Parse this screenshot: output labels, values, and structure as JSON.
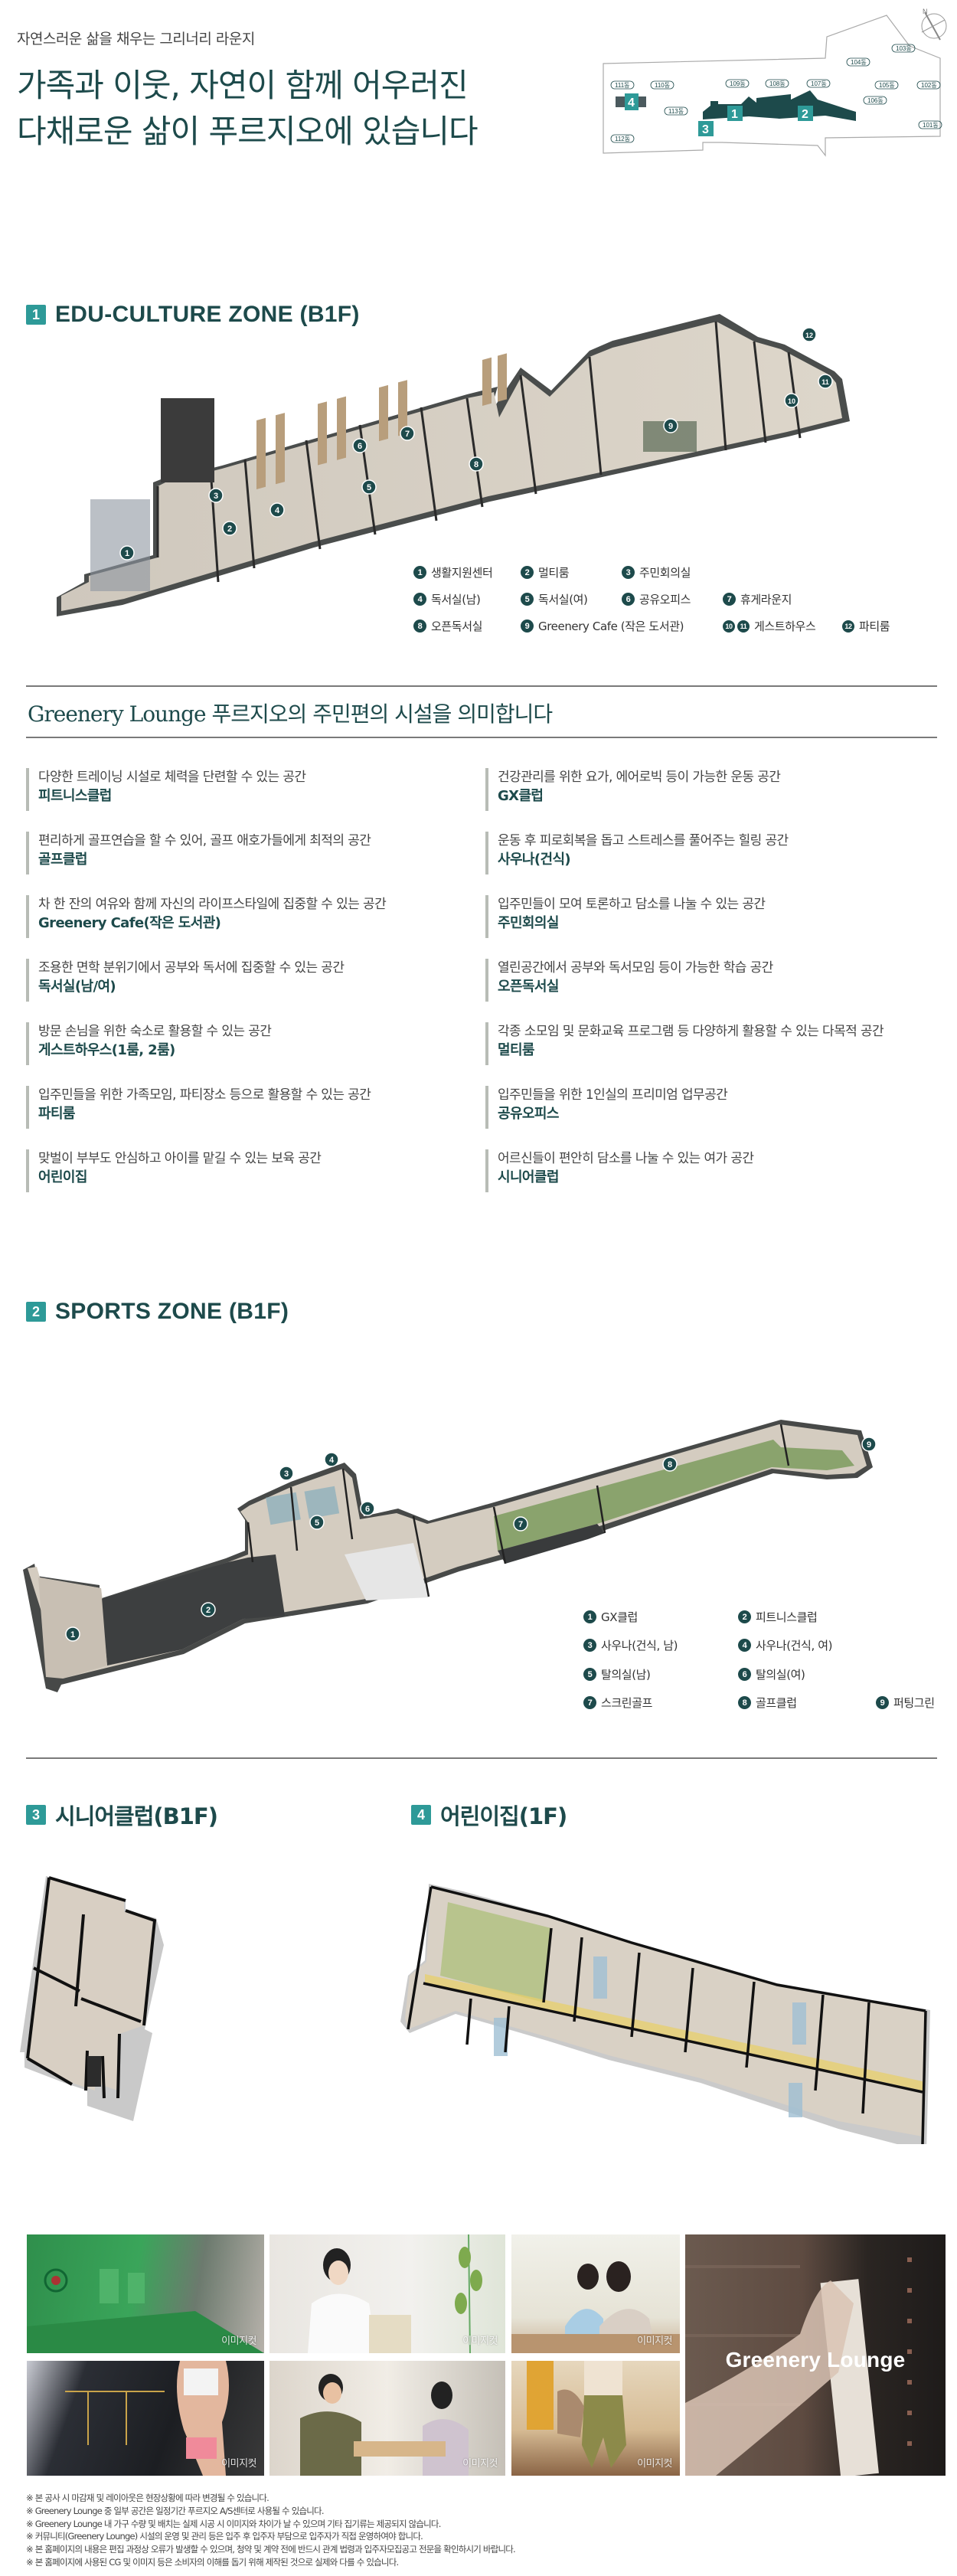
{
  "header": {
    "subtitle": "자연스러운 삶을 채우는 그리너리 라운지",
    "headline_line1": "가족과 이웃, 자연이 함께 어우러진",
    "headline_line2": "다채로운 삶이 푸르지오에 있습니다"
  },
  "keymap": {
    "compass": "N",
    "buildings": [
      "101동",
      "102동",
      "103동",
      "104동",
      "105동",
      "106동",
      "107동",
      "108동",
      "109동",
      "110동",
      "111동",
      "112동",
      "113동"
    ],
    "zone_markers": [
      "1",
      "2",
      "3",
      "4"
    ],
    "colors": {
      "zone_dark": "#1d4a4b",
      "zone_badge": "#2e9a98",
      "outline": "#999999"
    }
  },
  "zone1": {
    "badge": "1",
    "title": "EDU-CULTURE ZONE (B1F)",
    "legend": [
      {
        "num": "1",
        "label": "생활지원센터"
      },
      {
        "num": "2",
        "label": "멀티룸"
      },
      {
        "num": "3",
        "label": "주민회의실"
      },
      {
        "num": "4",
        "label": "독서실(남)"
      },
      {
        "num": "5",
        "label": "독서실(여)"
      },
      {
        "num": "6",
        "label": "공유오피스"
      },
      {
        "num": "7",
        "label": "휴게라운지"
      },
      {
        "num": "8",
        "label": "오픈독서실"
      },
      {
        "num": "9",
        "label": "Greenery Cafe (작은 도서관)"
      },
      {
        "num": "10",
        "num2": "11",
        "label": "게스트하우스"
      },
      {
        "num": "12",
        "label": "파티룸"
      }
    ],
    "plan_markers": [
      "1",
      "2",
      "3",
      "4",
      "5",
      "6",
      "7",
      "8",
      "9",
      "10",
      "11",
      "12"
    ]
  },
  "lounge": {
    "title": "Greenery Lounge  푸르지오의 주민편의 시설을 의미합니다",
    "facilities_left": [
      {
        "desc": "다양한 트레이닝 시설로 체력을 단련할 수 있는 공간",
        "name": "피트니스클럽"
      },
      {
        "desc": "편리하게 골프연습을 할 수 있어, 골프 애호가들에게 최적의 공간",
        "name": "골프클럽"
      },
      {
        "desc": "차 한 잔의 여유와 함께 자신의 라이프스타일에 집중할 수 있는 공간",
        "name": "Greenery Cafe(작은 도서관)"
      },
      {
        "desc": "조용한 면학 분위기에서 공부와 독서에 집중할 수 있는 공간",
        "name": "독서실(남/여)"
      },
      {
        "desc": "방문 손님을 위한 숙소로 활용할 수 있는 공간",
        "name": "게스트하우스(1룸, 2룸)"
      },
      {
        "desc": "입주민들을 위한 가족모임, 파티장소 등으로 활용할 수 있는 공간",
        "name": "파티룸"
      },
      {
        "desc": "맞벌이 부부도 안심하고 아이를 맡길 수 있는 보육 공간",
        "name": "어린이집"
      }
    ],
    "facilities_right": [
      {
        "desc": "건강관리를 위한 요가, 에어로빅 등이 가능한 운동 공간",
        "name": "GX클럽"
      },
      {
        "desc": "운동 후 피로회복을 돕고 스트레스를 풀어주는 힐링 공간",
        "name": "사우나(건식)"
      },
      {
        "desc": "입주민들이 모여 토론하고 담소를 나눌 수 있는 공간",
        "name": "주민회의실"
      },
      {
        "desc": "열린공간에서 공부와 독서모임 등이 가능한 학습 공간",
        "name": "오픈독서실"
      },
      {
        "desc": "각종 소모임 및 문화교육 프로그램 등 다양하게 활용할 수 있는 다목적 공간",
        "name": "멀티룸"
      },
      {
        "desc": "입주민들을 위한 1인실의 프리미엄 업무공간",
        "name": "공유오피스"
      },
      {
        "desc": "어르신들이 편안히 담소를 나눌 수 있는 여가 공간",
        "name": "시니어클럽"
      }
    ]
  },
  "zone2": {
    "badge": "2",
    "title": "SPORTS ZONE (B1F)",
    "legend": [
      {
        "num": "1",
        "label": "GX클럽"
      },
      {
        "num": "2",
        "label": "피트니스클럽"
      },
      {
        "num": "3",
        "label": "사우나(건식, 남)"
      },
      {
        "num": "4",
        "label": "사우나(건식, 여)"
      },
      {
        "num": "5",
        "label": "탈의실(남)"
      },
      {
        "num": "6",
        "label": "탈의실(여)"
      },
      {
        "num": "7",
        "label": "스크린골프"
      },
      {
        "num": "8",
        "label": "골프클럽"
      },
      {
        "num": "9",
        "label": "퍼팅그린"
      }
    ],
    "plan_markers": [
      "1",
      "2",
      "3",
      "4",
      "5",
      "6",
      "7",
      "8",
      "9"
    ]
  },
  "zone3": {
    "badge": "3",
    "title": "시니어클럽(B1F)"
  },
  "zone4": {
    "badge": "4",
    "title": "어린이집(1F)"
  },
  "gallery": {
    "image_label": "이미지컷",
    "feature_caption": "Greenery Lounge",
    "photos": [
      {
        "subject": "screen-golf-range"
      },
      {
        "subject": "woman-with-tea-cup"
      },
      {
        "subject": "two-women-with-phone"
      },
      {
        "subject": "woman-exercising-gym"
      },
      {
        "subject": "couple-at-cafe-table"
      },
      {
        "subject": "child-walking-home"
      },
      {
        "subject": "hand-taking-book-library"
      }
    ]
  },
  "notes": [
    "※ 본 공사 시 마감재 및 레이아웃은 현장상황에 따라 변경될 수 있습니다.",
    "※ Greenery Lounge 중 일부 공간은 일정기간 푸르지오 A/S센터로 사용될 수 있습니다.",
    "※ Greenery Lounge 내 가구 수량 및 배치는 실제 시공 시 이미지와 차이가 날 수 있으며 기타 집기류는 제공되지 않습니다.",
    "※ 커뮤니티(Greenery Lounge) 시설의 운영 및 관리 등은 입주 후 입주자 부담으로 입주자가 직접 운영하여야 합니다.",
    "※ 본 홈페이지의 내용은 편집 과정상 오류가 발생할 수 있으며, 청약 및 계약 전에 반드시 관계 법령과 입주자모집공고 전문을 확인하시기 바랍니다.",
    "※ 본 홈페이지에 사용된 CG 및 이미지 등은 소비자의 이해를 돕기 위해 제작된 것으로 실제와 다를 수 있습니다."
  ]
}
